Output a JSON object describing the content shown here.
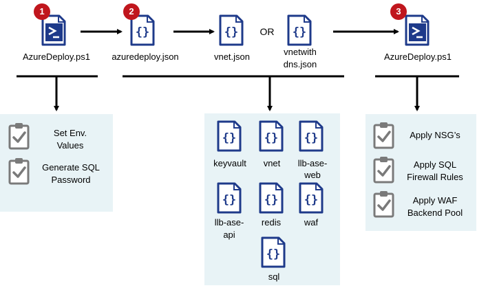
{
  "flow": {
    "step1": {
      "number": "1",
      "label": "AzureDeploy.ps1"
    },
    "step2": {
      "number": "2",
      "label": "azuredeploy.json"
    },
    "vnet": {
      "label": "vnet.json"
    },
    "or_label": "OR",
    "vnetwithdns": {
      "label_line1": "vnetwith",
      "label_line2": "dns.json"
    },
    "step3": {
      "number": "3",
      "label": "AzureDeploy.ps1"
    }
  },
  "pre_tasks": [
    {
      "line1": "Set Env.",
      "line2": "Values"
    },
    {
      "line1": "Generate SQL",
      "line2": "Password"
    }
  ],
  "templates": [
    "keyvault",
    "vnet",
    "llb-ase-web",
    "llb-ase-api",
    "redis",
    "waf",
    "sql"
  ],
  "template_labels": {
    "keyvault": "keyvault",
    "vnet": "vnet",
    "web1": "llb-ase-",
    "web2": "web",
    "api1": "llb-ase-",
    "api2": "api",
    "redis": "redis",
    "waf": "waf",
    "sql": "sql"
  },
  "post_tasks": [
    {
      "line1": "Apply NSG’s",
      "line2": ""
    },
    {
      "line1": "Apply SQL",
      "line2": "Firewall Rules"
    },
    {
      "line1": "Apply WAF",
      "line2": "Backend Pool"
    }
  ],
  "colors": {
    "icon_blue": "#1e3a8a",
    "badge_red": "#c0161d",
    "panel_bg": "#e8f3f6",
    "checklist_gray": "#7a7a7a"
  },
  "icons": {
    "powershell": "powershell-script-icon",
    "json": "json-template-icon",
    "checklist": "checklist-icon"
  }
}
